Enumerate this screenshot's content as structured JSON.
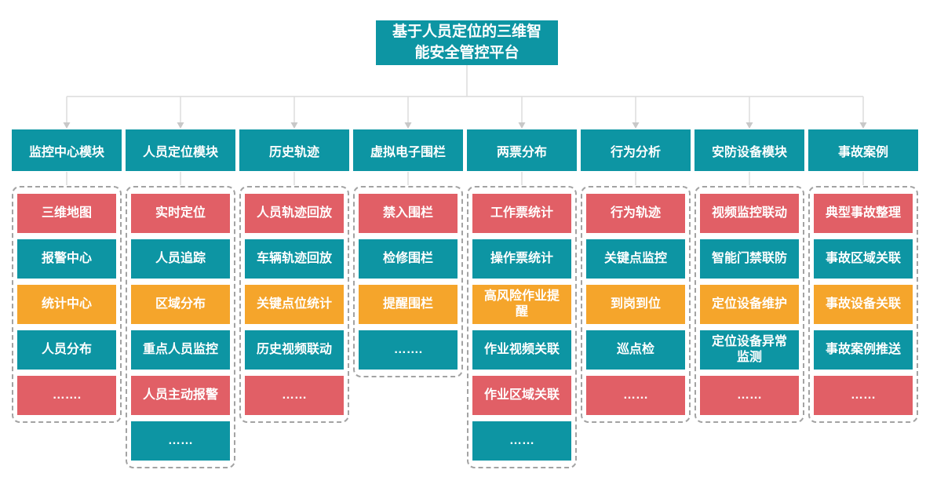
{
  "title": "基于人员定位的三维智能安全管控平台",
  "colors": {
    "teal": "#0D95A3",
    "red": "#E15F66",
    "orange": "#F5A52B",
    "line": "#DCDCDC",
    "arrow": "#C8C8C8",
    "dash_border": "#A3A3A3"
  },
  "columns": [
    {
      "header": "监控中心模块",
      "items": [
        {
          "label": "三维地图",
          "color": "red"
        },
        {
          "label": "报警中心",
          "color": "teal"
        },
        {
          "label": "统计中心",
          "color": "orange"
        },
        {
          "label": "人员分布",
          "color": "teal"
        },
        {
          "label": "…….",
          "color": "red"
        }
      ]
    },
    {
      "header": "人员定位模块",
      "items": [
        {
          "label": "实时定位",
          "color": "red"
        },
        {
          "label": "人员追踪",
          "color": "teal"
        },
        {
          "label": "区域分布",
          "color": "orange"
        },
        {
          "label": "重点人员监控",
          "color": "teal"
        },
        {
          "label": "人员主动报警",
          "color": "red"
        },
        {
          "label": "……",
          "color": "teal"
        }
      ]
    },
    {
      "header": "历史轨迹",
      "items": [
        {
          "label": "人员轨迹回放",
          "color": "red"
        },
        {
          "label": "车辆轨迹回放",
          "color": "teal"
        },
        {
          "label": "关键点位统计",
          "color": "orange"
        },
        {
          "label": "历史视频联动",
          "color": "teal"
        },
        {
          "label": "……",
          "color": "red"
        }
      ]
    },
    {
      "header": "虚拟电子围栏",
      "items": [
        {
          "label": "禁入围栏",
          "color": "red"
        },
        {
          "label": "检修围栏",
          "color": "teal"
        },
        {
          "label": "提醒围栏",
          "color": "orange"
        },
        {
          "label": "…….",
          "color": "teal"
        }
      ]
    },
    {
      "header": "两票分布",
      "items": [
        {
          "label": "工作票统计",
          "color": "red"
        },
        {
          "label": "操作票统计",
          "color": "teal"
        },
        {
          "label": "高风险作业提醒",
          "color": "orange"
        },
        {
          "label": "作业视频关联",
          "color": "teal"
        },
        {
          "label": "作业区域关联",
          "color": "red"
        },
        {
          "label": "……",
          "color": "teal"
        }
      ]
    },
    {
      "header": "行为分析",
      "items": [
        {
          "label": "行为轨迹",
          "color": "red"
        },
        {
          "label": "关键点监控",
          "color": "teal"
        },
        {
          "label": "到岗到位",
          "color": "orange"
        },
        {
          "label": "巡点检",
          "color": "teal"
        },
        {
          "label": "……",
          "color": "red"
        }
      ]
    },
    {
      "header": "安防设备模块",
      "items": [
        {
          "label": "视频监控联动",
          "color": "red"
        },
        {
          "label": "智能门禁联防",
          "color": "teal"
        },
        {
          "label": "定位设备维护",
          "color": "orange"
        },
        {
          "label": "定位设备异常监测",
          "color": "teal"
        },
        {
          "label": "……",
          "color": "red"
        }
      ]
    },
    {
      "header": "事故案例",
      "items": [
        {
          "label": "典型事故整理",
          "color": "red"
        },
        {
          "label": "事故区域关联",
          "color": "teal"
        },
        {
          "label": "事故设备关联",
          "color": "orange"
        },
        {
          "label": "事故案例推送",
          "color": "teal"
        },
        {
          "label": "……",
          "color": "red"
        }
      ]
    }
  ]
}
